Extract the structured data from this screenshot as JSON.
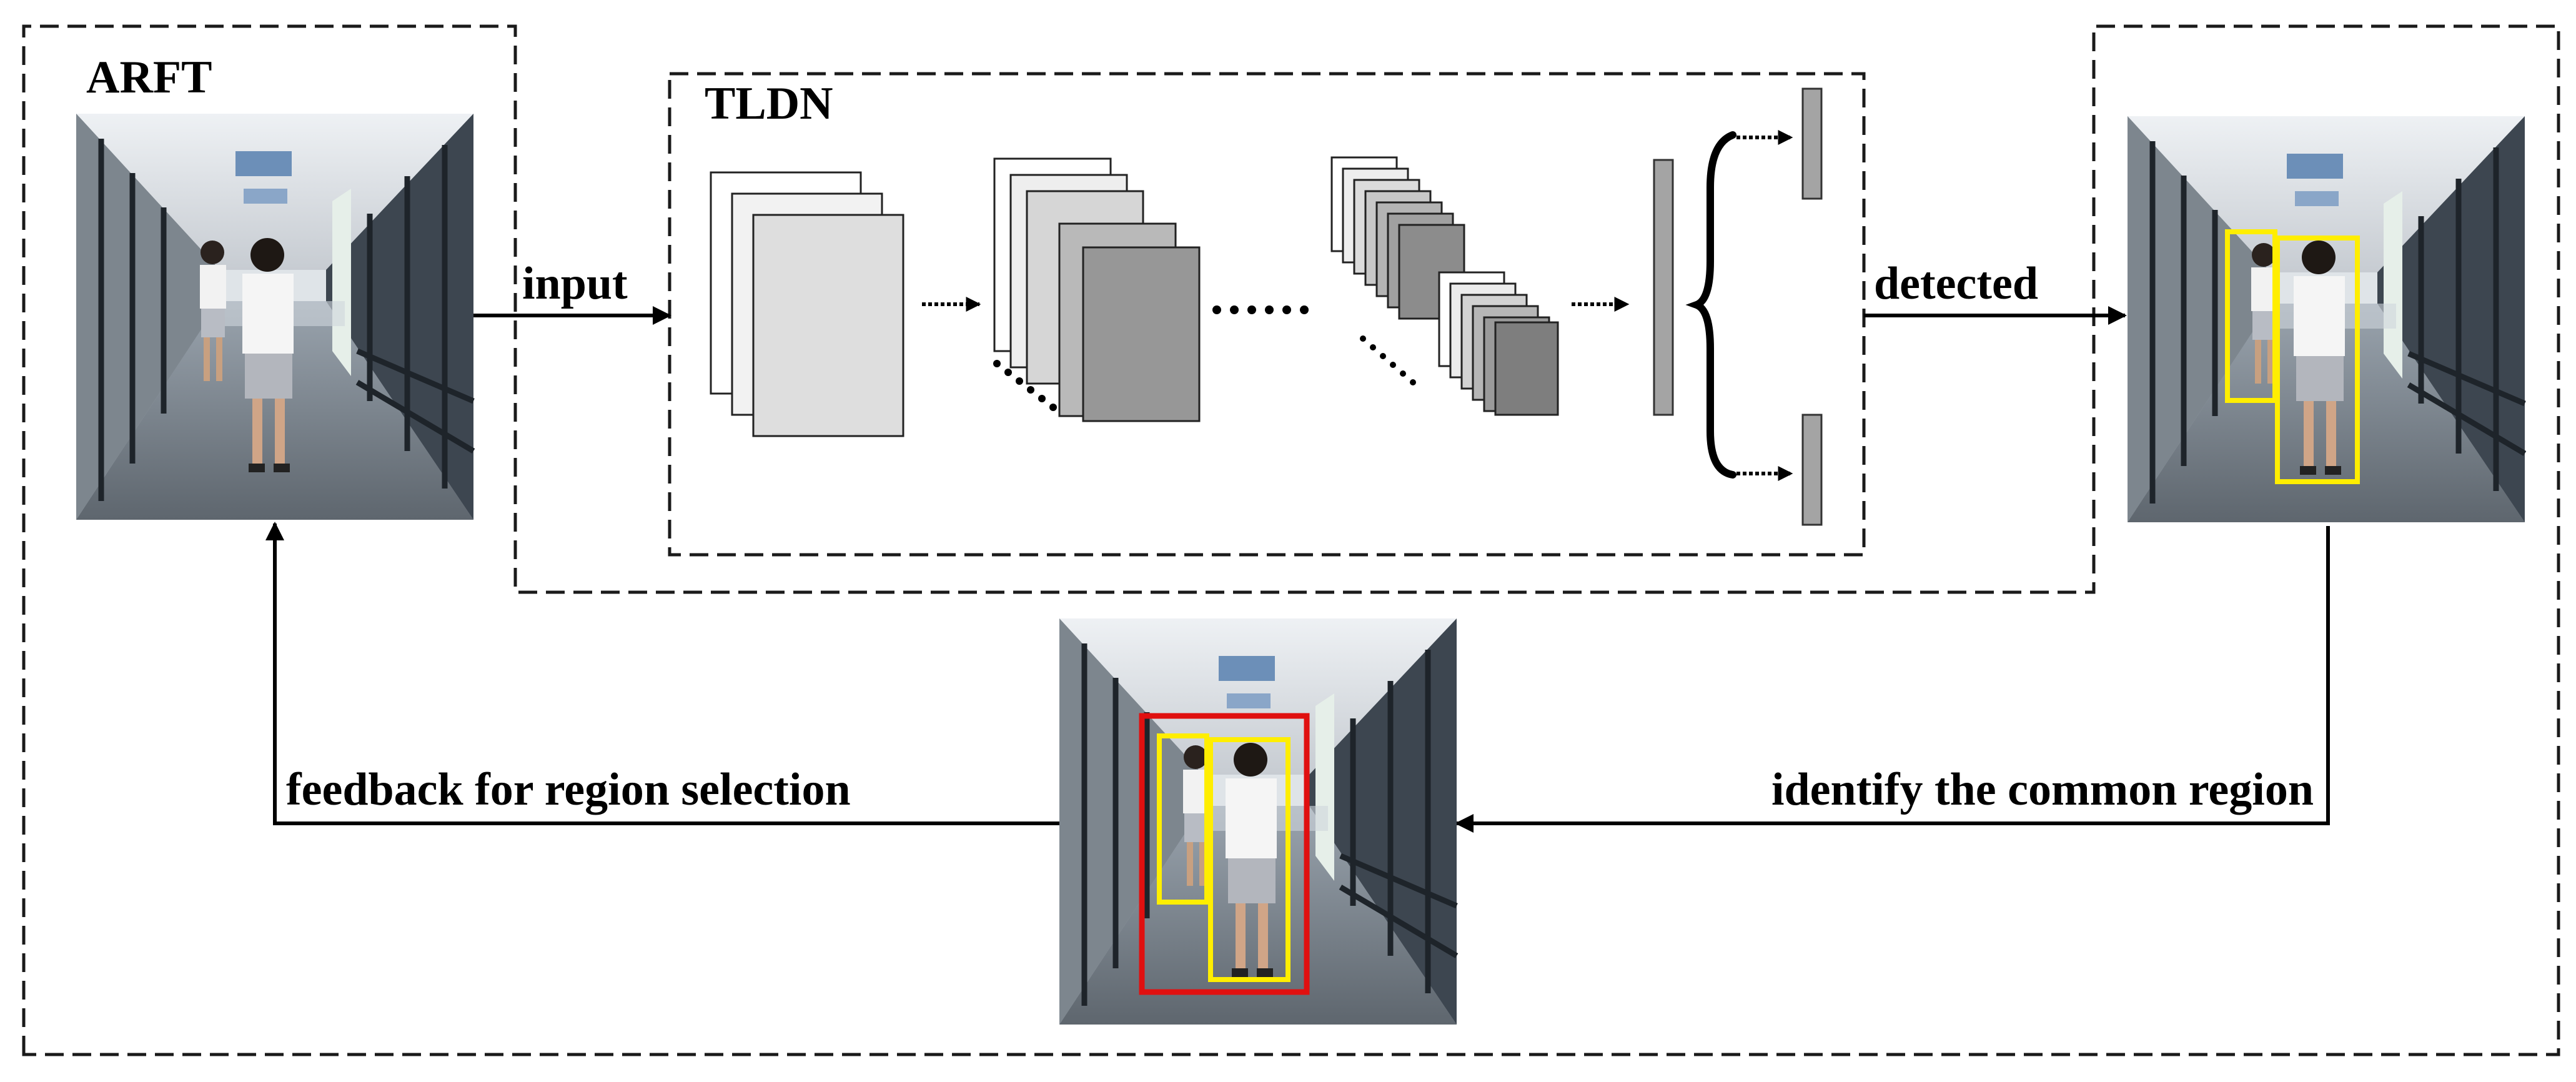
{
  "labels": {
    "arft": "ARFT",
    "tldn": "TLDN",
    "input": "input",
    "detected": "detected",
    "feedback": "feedback for region selection",
    "identify": "identify the common region",
    "dots": "......"
  },
  "colors": {
    "dashed_border": "#1a1a1a",
    "detection_box": "#ffee00",
    "common_region_box": "#e01010",
    "arrow": "#000000"
  },
  "icons": {
    "photo": "corridor-photo",
    "layer": "feature-map-stack",
    "dense": "fully-connected-bar"
  }
}
